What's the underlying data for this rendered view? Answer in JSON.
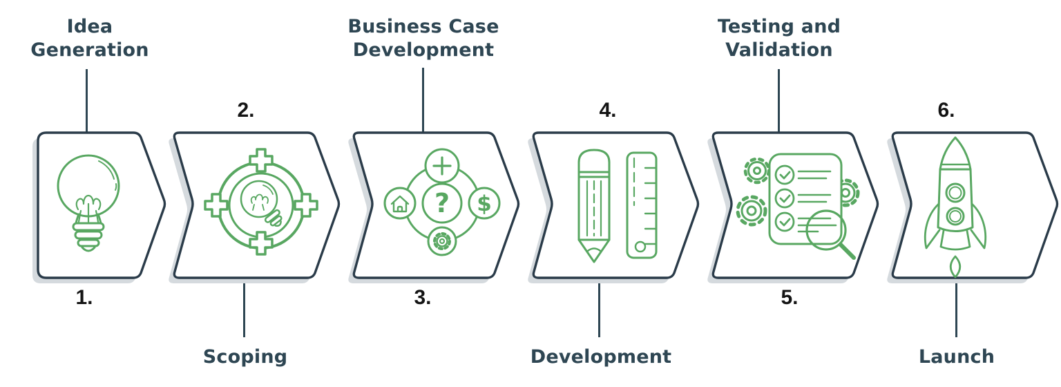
{
  "diagram": {
    "type": "process-flow",
    "colors": {
      "accent_green": "#58a761",
      "outline_navy": "#2a3b49",
      "label_navy": "#2e4653",
      "number_black": "#141414",
      "shadow_gray": "#d5dade",
      "background": "#ffffff"
    },
    "steps": [
      {
        "number": "1.",
        "label": "Idea Generation",
        "label_position": "top",
        "icon": "lightbulb-icon"
      },
      {
        "number": "2.",
        "label": "Scoping",
        "label_position": "bottom",
        "icon": "target-lightbulb-icon"
      },
      {
        "number": "3.",
        "label": "Business Case Development",
        "label_position": "top",
        "icon": "decision-circles-icon"
      },
      {
        "number": "4.",
        "label": "Development",
        "label_position": "bottom",
        "icon": "pencil-ruler-icon"
      },
      {
        "number": "5.",
        "label": "Testing and Validation",
        "label_position": "top",
        "icon": "checklist-gears-magnifier-icon"
      },
      {
        "number": "6.",
        "label": "Launch",
        "label_position": "bottom",
        "icon": "rocket-icon"
      }
    ]
  }
}
